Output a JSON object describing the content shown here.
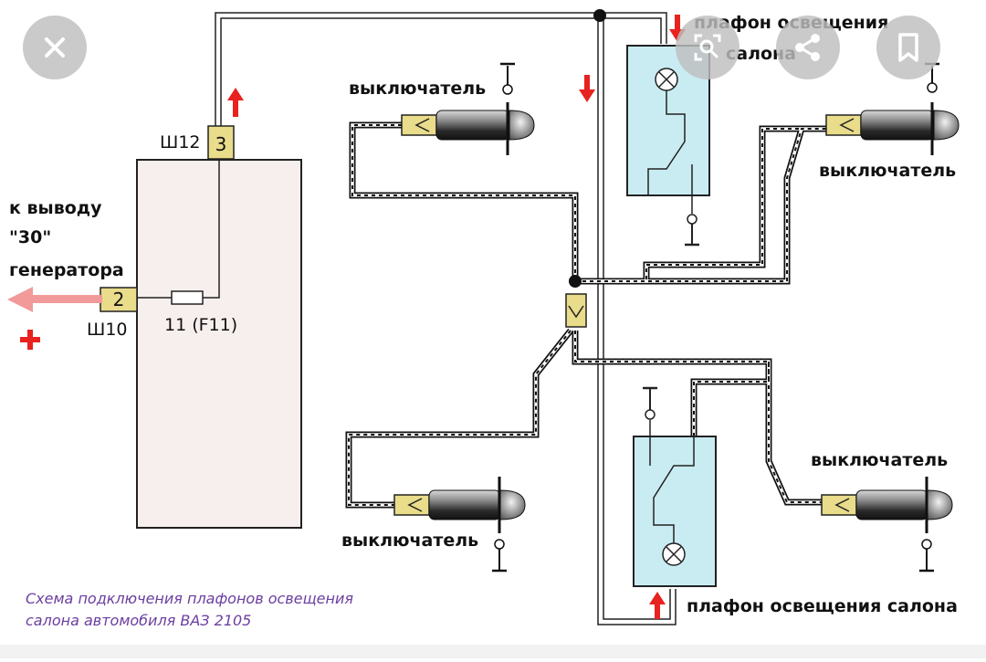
{
  "overlay": {
    "close_icon": "close-icon",
    "screen_search_icon": "screen-search-icon",
    "share_icon": "share-icon",
    "bookmark_icon": "bookmark-icon"
  },
  "diagram": {
    "connector_sh12_label": "Ш12",
    "connector_sh12_pin": "3",
    "connector_sh10_label": "Ш10",
    "connector_sh10_pin": "2",
    "fuse_label": "11 (F11)",
    "generator_line1": "к выводу",
    "generator_line2": "\"30\"",
    "generator_line3": "генератора",
    "switch_label": "выключатель",
    "lamp_top_line1": "плафон освещения",
    "lamp_top_line2": "салона",
    "lamp_bottom_label": "плафон освещения салона",
    "caption_line1": "Схема подключения плафонов освещения",
    "caption_line2": "салона автомобиля ВАЗ 2105"
  },
  "colors": {
    "arrow_red": "#e8221e",
    "arrow_pink": "#f29a9a",
    "block_fill": "#f7efee",
    "connector_fill": "#e9dc8a",
    "lamp_box_fill": "#c9ecf2",
    "caption": "#6b3fa0"
  }
}
